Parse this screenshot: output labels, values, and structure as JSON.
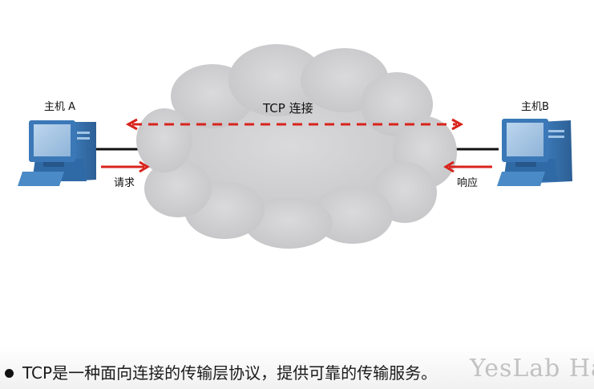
{
  "diagram": {
    "host_a_label": "主机 A",
    "host_b_label": "主机B",
    "connection_label": "TCP 连接",
    "request_label": "请求",
    "response_label": "响应"
  },
  "bullet": {
    "text": "TCP是一种面向连接的传输层协议，提供可靠的传输服务。"
  },
  "watermark": "YesLab Ha",
  "colors": {
    "arrow": "#d8231c",
    "cloud": "#d0d0d2",
    "computer": "#4e8fc7",
    "link": "#111111"
  }
}
